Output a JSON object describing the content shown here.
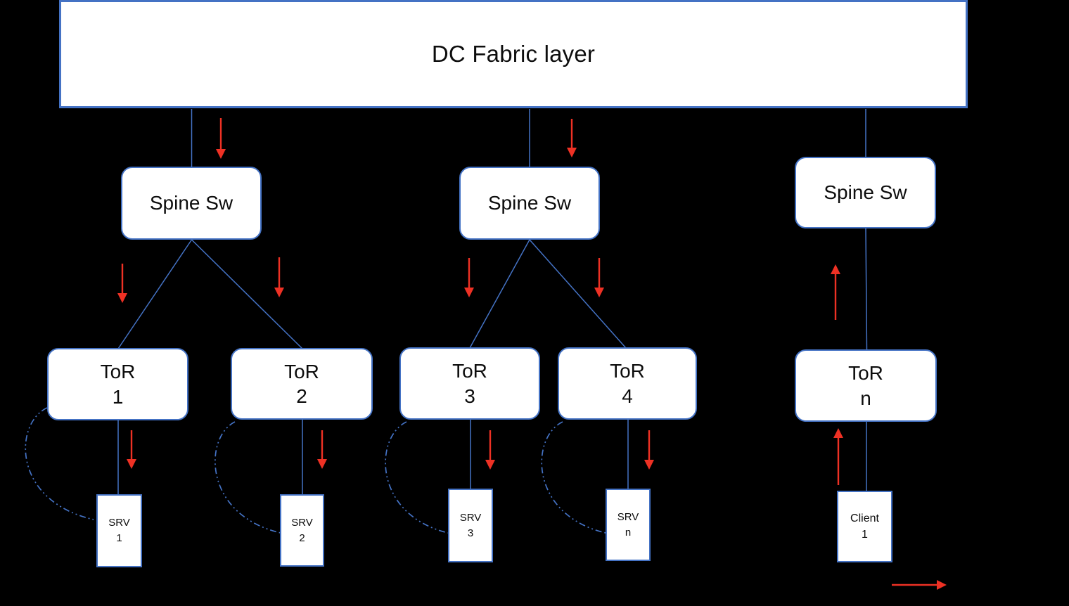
{
  "colors": {
    "background": "#000000",
    "line_blue": "#4472C4",
    "arrow_red": "#EE3124",
    "box_fill": "#FFFFFF",
    "text": "#0D0D0D"
  },
  "fabric": {
    "label": "DC Fabric layer"
  },
  "spines": [
    {
      "id": "spine-1",
      "label": "Spine Sw"
    },
    {
      "id": "spine-2",
      "label": "Spine Sw"
    },
    {
      "id": "spine-3",
      "label": "Spine Sw"
    }
  ],
  "tors": [
    {
      "id": "tor-1",
      "line1": "ToR",
      "line2": "1"
    },
    {
      "id": "tor-2",
      "line1": "ToR",
      "line2": "2"
    },
    {
      "id": "tor-3",
      "line1": "ToR",
      "line2": "3"
    },
    {
      "id": "tor-4",
      "line1": "ToR",
      "line2": "4"
    },
    {
      "id": "tor-n",
      "line1": "ToR",
      "line2": "n"
    }
  ],
  "endpoints": [
    {
      "id": "srv-1",
      "line1": "SRV",
      "line2": "1"
    },
    {
      "id": "srv-2",
      "line1": "SRV",
      "line2": "2"
    },
    {
      "id": "srv-3",
      "line1": "SRV",
      "line2": "3"
    },
    {
      "id": "srv-n",
      "line1": "SRV",
      "line2": "n"
    },
    {
      "id": "client-1",
      "line1": "Client",
      "line2": "1"
    }
  ],
  "links": [
    {
      "from": "dc-fabric",
      "to": "spine-1",
      "style": "solid"
    },
    {
      "from": "dc-fabric",
      "to": "spine-2",
      "style": "solid"
    },
    {
      "from": "dc-fabric",
      "to": "spine-3",
      "style": "solid"
    },
    {
      "from": "spine-1",
      "to": "tor-1",
      "style": "solid"
    },
    {
      "from": "spine-1",
      "to": "tor-2",
      "style": "solid"
    },
    {
      "from": "spine-2",
      "to": "tor-3",
      "style": "solid"
    },
    {
      "from": "spine-2",
      "to": "tor-4",
      "style": "solid"
    },
    {
      "from": "spine-3",
      "to": "tor-n",
      "style": "solid"
    },
    {
      "from": "tor-1",
      "to": "srv-1",
      "style": "solid"
    },
    {
      "from": "tor-2",
      "to": "srv-2",
      "style": "solid"
    },
    {
      "from": "tor-3",
      "to": "srv-3",
      "style": "solid"
    },
    {
      "from": "tor-4",
      "to": "srv-n",
      "style": "solid"
    },
    {
      "from": "tor-n",
      "to": "client-1",
      "style": "solid"
    },
    {
      "from": "tor-1",
      "to": "srv-1",
      "style": "dashed-loop"
    },
    {
      "from": "tor-2",
      "to": "srv-2",
      "style": "dashed-loop"
    },
    {
      "from": "tor-3",
      "to": "srv-3",
      "style": "dashed-loop"
    },
    {
      "from": "tor-4",
      "to": "srv-n",
      "style": "dashed-loop"
    }
  ],
  "flow_arrows": [
    {
      "along": "dc-fabric to spine-1",
      "direction": "down"
    },
    {
      "along": "dc-fabric to spine-2",
      "direction": "down"
    },
    {
      "along": "spine-1 to tor-1",
      "direction": "down"
    },
    {
      "along": "spine-1 to tor-2",
      "direction": "down"
    },
    {
      "along": "spine-2 to tor-3",
      "direction": "down"
    },
    {
      "along": "spine-2 to tor-4",
      "direction": "down"
    },
    {
      "along": "tor-1 to srv-1",
      "direction": "down"
    },
    {
      "along": "tor-2 to srv-2",
      "direction": "down"
    },
    {
      "along": "tor-3 to srv-3",
      "direction": "down"
    },
    {
      "along": "tor-4 to srv-n",
      "direction": "down"
    },
    {
      "along": "tor-n to spine-3",
      "direction": "up"
    },
    {
      "along": "client-1 to tor-n",
      "direction": "up"
    },
    {
      "along": "bottom-right standalone",
      "direction": "right"
    }
  ]
}
